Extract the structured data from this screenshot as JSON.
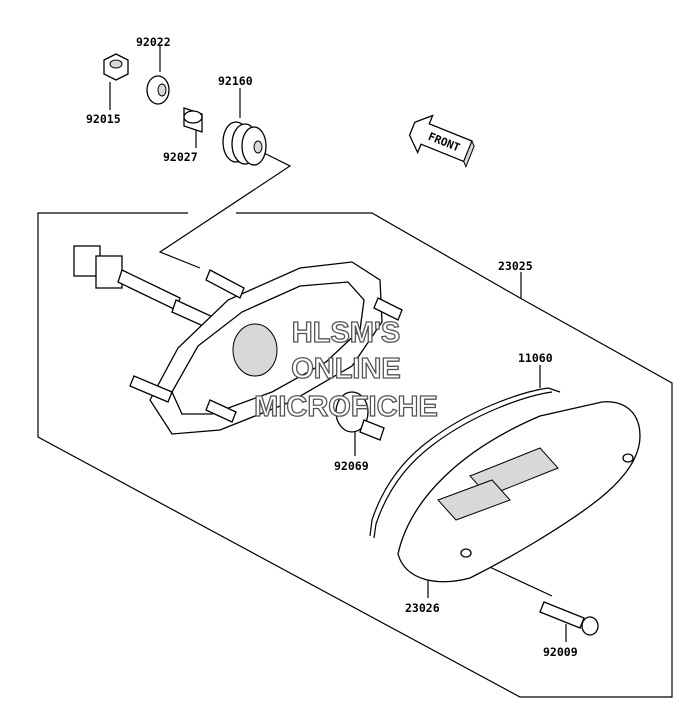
{
  "parts": [
    {
      "number": "92022"
    },
    {
      "number": "92160"
    },
    {
      "number": "92015"
    },
    {
      "number": "92027"
    },
    {
      "number": "23025"
    },
    {
      "number": "11060"
    },
    {
      "number": "92069"
    },
    {
      "number": "23026"
    },
    {
      "number": "92009"
    }
  ],
  "front_arrow": {
    "label": "FRONT"
  },
  "watermark": {
    "line1": "HLSM'S",
    "line2": "ONLINE",
    "line3": "MICROFICHE"
  }
}
